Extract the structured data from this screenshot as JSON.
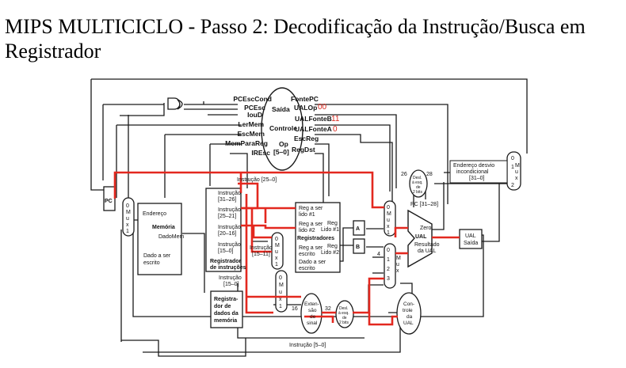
{
  "slide": {
    "title": "MIPS MULTICICLO - Passo 2: Decodificação da Instrução/Busca em Registrador"
  },
  "control": {
    "signals_left": [
      "PCEscCond",
      "PCEsc",
      "IouD",
      "LerMem",
      "EscMem",
      "MemParaReg",
      "IREsc"
    ],
    "signals_right": [
      "FontePC",
      "UALOp",
      "UALFonteB",
      "UALFonteA",
      "EscReg",
      "RegDst"
    ],
    "saida": "Saída",
    "controle": "Controle",
    "op": "Op",
    "op_bits": "[5–0]",
    "values": {
      "ualop": "00",
      "ualfonteb": "11",
      "ualfontea": "0"
    }
  },
  "datapath": {
    "pc": "PC",
    "mux": [
      "M",
      "u",
      "x"
    ],
    "mux_in": [
      "0",
      "1"
    ],
    "mux_in4": [
      "0",
      "1",
      "2",
      "3"
    ],
    "four": "4",
    "memoria": {
      "endereco": "Endereço",
      "memoria": "Memória",
      "dadomem": "DadoMem",
      "dado_escrito": [
        "Dado a ser",
        "escrito"
      ]
    },
    "ir": {
      "fields": [
        "Instrução",
        "[31–26]",
        "Instrução",
        "[25–21]",
        "Instrução",
        "[20–16]",
        "Instrução",
        "[15–0]"
      ],
      "label": [
        "Registrador",
        "de instruções"
      ],
      "below": [
        "Instrução",
        "[15–0]"
      ],
      "instr_25_0": "Instrução [25–0]",
      "instr_15_11": [
        "Instrução",
        "[15–11]"
      ],
      "instr_5_0": "Instrução [5–0]"
    },
    "mdr": [
      "Registra-",
      "dor de",
      "dados da",
      "memória"
    ],
    "regs": {
      "reg1": [
        "Reg a ser",
        "lido #1"
      ],
      "reg2": [
        "Reg a ser",
        "lido #2"
      ],
      "wreg": [
        "Reg a ser",
        "escrito"
      ],
      "wdata": [
        "Dado a ser",
        "escrito"
      ],
      "out1": [
        "Reg",
        "Lido #1"
      ],
      "out2": [
        "Reg",
        "Lido #2"
      ],
      "title": "Registradores"
    },
    "a": "A",
    "b": "B",
    "extend": {
      "label": [
        "Exten-",
        "são",
        "de",
        "sinal"
      ],
      "in": "16",
      "out": "32"
    },
    "shift": [
      "Desl.",
      "à esq.",
      "de",
      "2 bits"
    ],
    "jump": {
      "bits": [
        "26",
        "28"
      ],
      "pc_bits": "PC [31–28]",
      "endereco": [
        "Endereço desvio",
        "incondicional",
        "[31–0]"
      ]
    },
    "alu": {
      "zero": "Zero",
      "ual": "UAL",
      "resultado": [
        "Resultado",
        "da UAL"
      ]
    },
    "ualsaida": [
      "UAL",
      "Saída"
    ],
    "controle_ual": [
      "Con-",
      "trole",
      "da",
      "UAL"
    ],
    "mux_pc_in": [
      "0",
      "1",
      "2"
    ]
  },
  "colors": {
    "highlight": "#e3281f",
    "lines": "#1a1a1a",
    "value_text": "#d8261c"
  }
}
